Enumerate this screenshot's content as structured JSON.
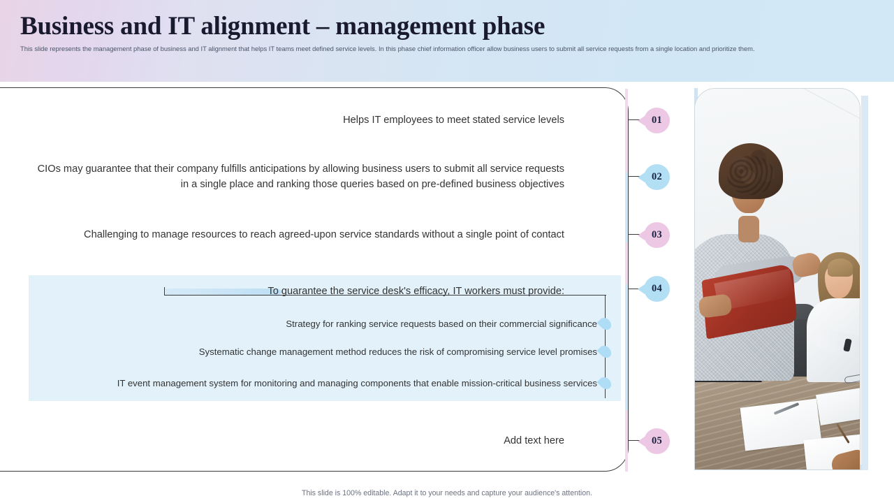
{
  "header": {
    "title": "Business and IT alignment – management phase",
    "subtitle": "This slide represents the management phase of business and IT alignment that helps IT teams meet defined service levels. In this phase chief information officer allow business users to submit all service requests from a single location and prioritize them."
  },
  "timeline": {
    "items": [
      {
        "number": "01",
        "color": "pink",
        "text": "Helps IT employees to meet stated service levels"
      },
      {
        "number": "02",
        "color": "blue",
        "text": "CIOs may guarantee that their company fulfills anticipations by allowing business users to submit all service requests in a single place and ranking those queries based on pre-defined business objectives"
      },
      {
        "number": "03",
        "color": "pink",
        "text": "Challenging to manage resources to reach agreed-upon service standards without a single point of contact"
      },
      {
        "number": "04",
        "color": "blue",
        "text": "To guarantee the service desk's efficacy, IT workers must provide:"
      },
      {
        "number": "05",
        "color": "pink",
        "text": "Add text here"
      }
    ]
  },
  "subitems": [
    {
      "text": "Strategy for ranking service requests based on their commercial significance"
    },
    {
      "text": "Systematic change management method reduces the risk of compromising service level promises"
    },
    {
      "text": "IT event management system for monitoring and managing components that enable mission-critical business services"
    }
  ],
  "photo": {
    "alt": "business-meeting-photo"
  },
  "footer": {
    "note": "This slide is 100% editable. Adapt it to your needs and capture your audience's attention."
  },
  "colors": {
    "header_gradient_start": "#e8d4e6",
    "header_gradient_end": "#d3e8f7",
    "badge_pink": "#edc8e4",
    "badge_blue": "#b3dff5",
    "subpanel_bg": "#e2f1fa",
    "text": "#333333",
    "outline": "#3b3b3b"
  }
}
